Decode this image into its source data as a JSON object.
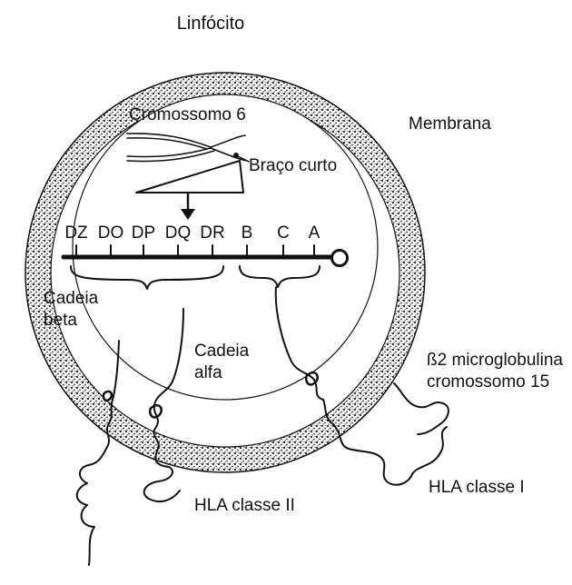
{
  "title": "Linfócito",
  "labels": {
    "membrane": "Membrana",
    "chromosome": "Cromossomo 6",
    "short_arm": "Braço curto",
    "beta_chain_line1": "Cadeia",
    "beta_chain_line2": "beta",
    "alpha_chain_line1": "Cadeia",
    "alpha_chain_line2": "alfa",
    "b2m_line1": "ß2 microglobulina",
    "b2m_line2": "cromossomo 15",
    "hla_class_ii": "HLA classe II",
    "hla_class_i": "HLA classe I"
  },
  "genes": [
    "DZ",
    "DO",
    "DP",
    "DQ",
    "DR",
    "B",
    "C",
    "A"
  ],
  "colors": {
    "ink": "#111111",
    "background": "#ffffff"
  }
}
